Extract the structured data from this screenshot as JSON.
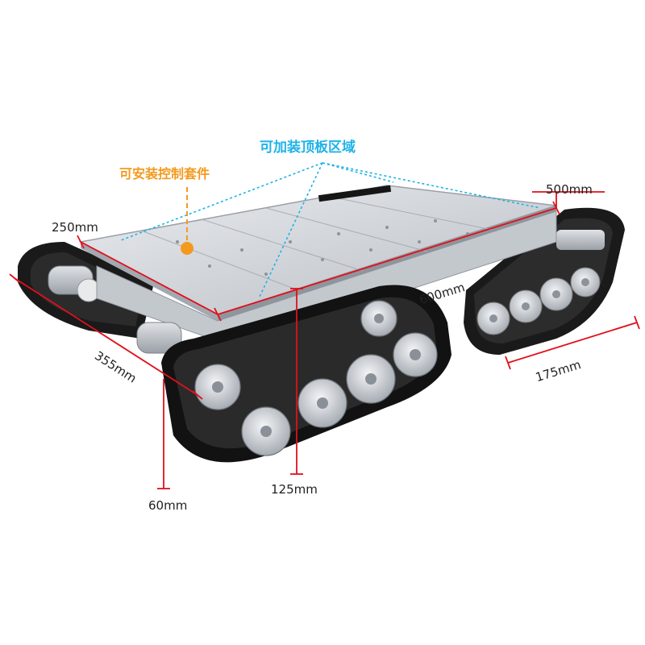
{
  "annotations": {
    "top_plate_area": "可加装顶板区域",
    "control_kit_area": "可安装控制套件"
  },
  "dimensions": {
    "plate_width": "250mm",
    "rear_width": "500mm",
    "length": "600mm",
    "side_length": "355mm",
    "track_width": "175mm",
    "height": "125mm",
    "ground_clearance": "60mm"
  },
  "colors": {
    "dimension_line": "#e0101c",
    "callout_cyan": "#1fb3e8",
    "callout_orange": "#f39a1e",
    "aluminum": "#c9cdd2",
    "track": "#111111"
  }
}
